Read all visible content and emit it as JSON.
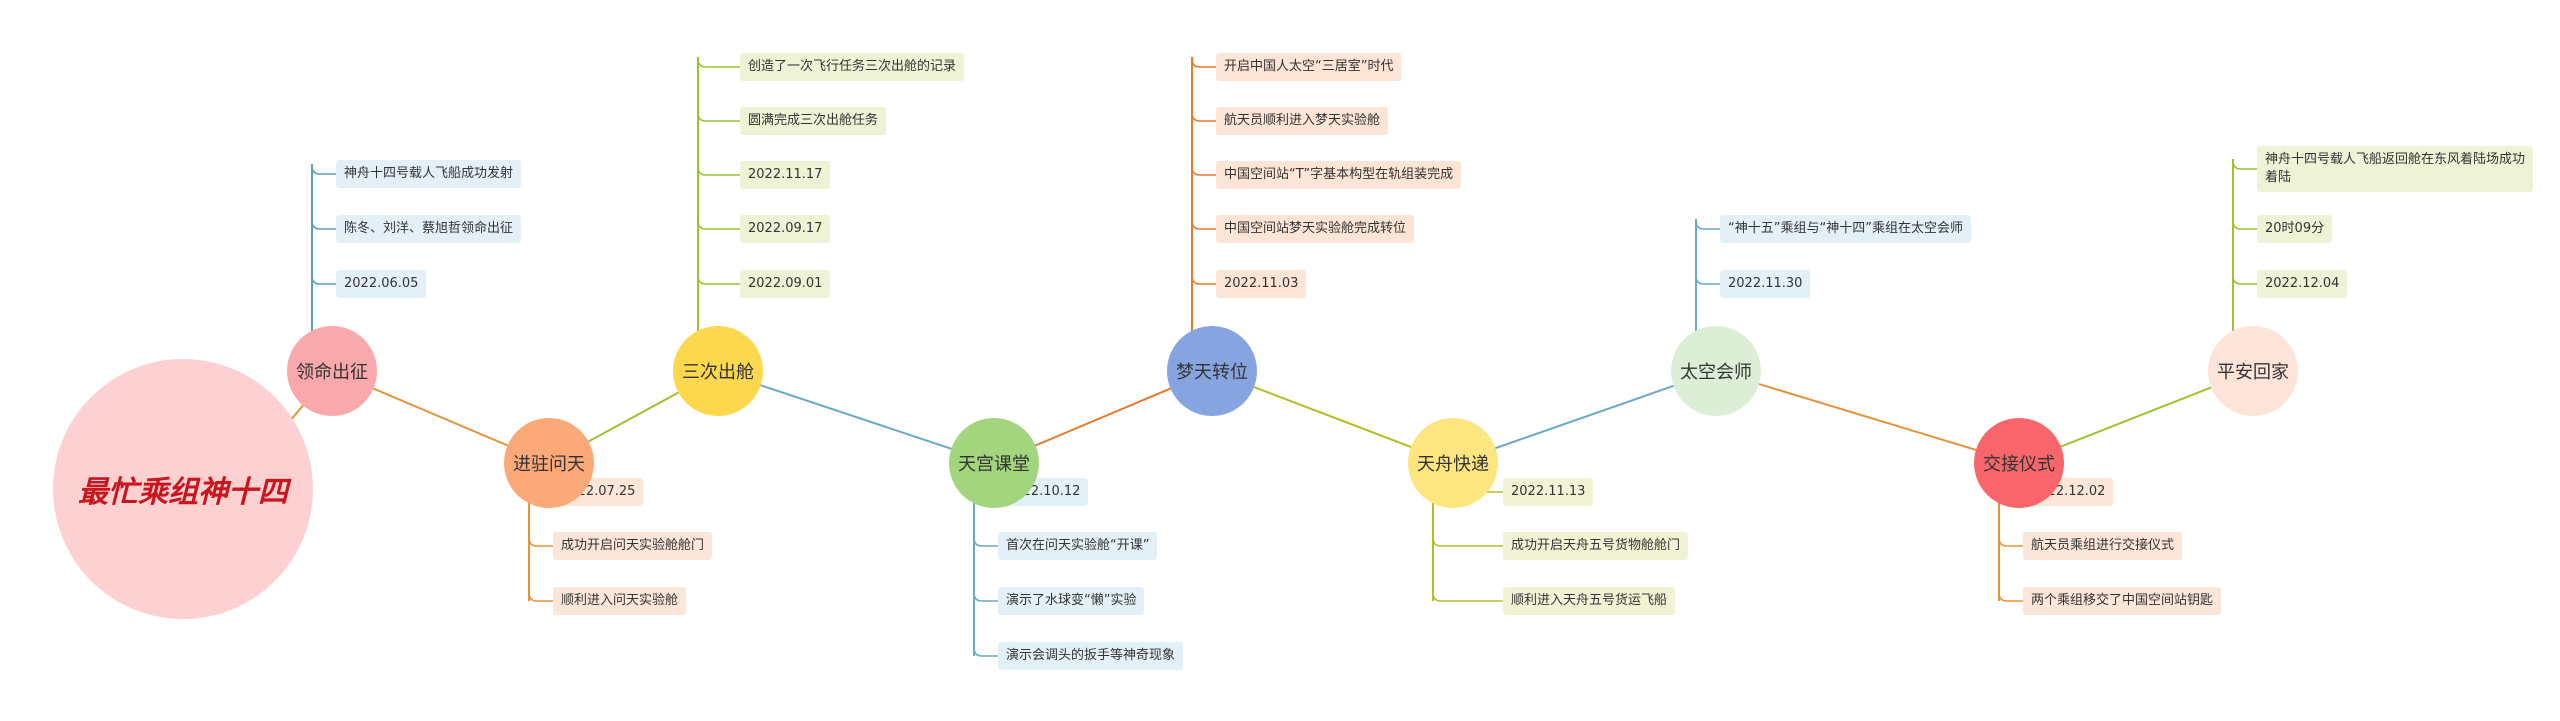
{
  "root": {
    "label": "最忙乘组神十四"
  },
  "topics": [
    {
      "id": "t0",
      "label": "领命出征",
      "items": [
        "神舟十四号载人飞船成功发射",
        "陈冬、刘洋、蔡旭哲领命出征",
        "2022.06.05"
      ]
    },
    {
      "id": "t1",
      "label": "进驻问天",
      "items": [
        "2022.07.25",
        "成功开启问天实验舱舱门",
        "顺利进入问天实验舱"
      ]
    },
    {
      "id": "t2",
      "label": "三次出舱",
      "items": [
        "创造了一次飞行任务三次出舱的记录",
        "圆满完成三次出舱任务",
        "2022.11.17",
        "2022.09.17",
        "2022.09.01"
      ]
    },
    {
      "id": "t3",
      "label": "天宫课堂",
      "items": [
        "2022.10.12",
        "首次在问天实验舱“开课”",
        "演示了水球变“懒”实验",
        "演示会调头的扳手等神奇现象"
      ]
    },
    {
      "id": "t4",
      "label": "梦天转位",
      "items": [
        "开启中国人太空“三居室”时代",
        "航天员顺利进入梦天实验舱",
        "中国空间站“T”字基本构型在轨组装完成",
        "中国空间站梦天实验舱完成转位",
        "2022.11.03"
      ]
    },
    {
      "id": "t5",
      "label": "天舟快递",
      "items": [
        "2022.11.13",
        "成功开启天舟五号货物舱舱门",
        "顺利进入天舟五号货运飞船"
      ]
    },
    {
      "id": "t6",
      "label": "太空会师",
      "items": [
        "“神十五”乘组与“神十四”乘组在太空会师",
        "2022.11.30"
      ]
    },
    {
      "id": "t7",
      "label": "交接仪式",
      "items": [
        "2022.12.02",
        "航天员乘组进行交接仪式",
        "两个乘组移交了中国空间站钥匙"
      ]
    },
    {
      "id": "t8",
      "label": "平安回家",
      "items": [
        "神舟十四号载人飞船返回舱在东风着陆场成功着陆",
        "20时09分",
        "2022.12.04"
      ]
    }
  ],
  "colors": {
    "t0": {
      "circle": "#f9a8ac",
      "line": "#5b9fbe",
      "leaf": "#e4f0f7"
    },
    "t1": {
      "circle": "#fba979",
      "line": "#e59338",
      "leaf": "#fce6da"
    },
    "t2": {
      "circle": "#fdd84f",
      "line": "#9ec12f",
      "leaf": "#eef3d6"
    },
    "t3": {
      "circle": "#a3d57f",
      "line": "#6aa8c6",
      "leaf": "#e3f0f7"
    },
    "t4": {
      "circle": "#86a5e0",
      "line": "#e67a2d",
      "leaf": "#fce4d6"
    },
    "t5": {
      "circle": "#fde680",
      "line": "#b5bd25",
      "leaf": "#f2f3d4"
    },
    "t6": {
      "circle": "#dcefd6",
      "line": "#6aa8c6",
      "leaf": "#e3f0f7"
    },
    "t7": {
      "circle": "#f8656a",
      "line": "#e59338",
      "leaf": "#fce6da"
    },
    "t8": {
      "circle": "#fde4d8",
      "line": "#9ec12f",
      "leaf": "#eef3d6"
    }
  }
}
